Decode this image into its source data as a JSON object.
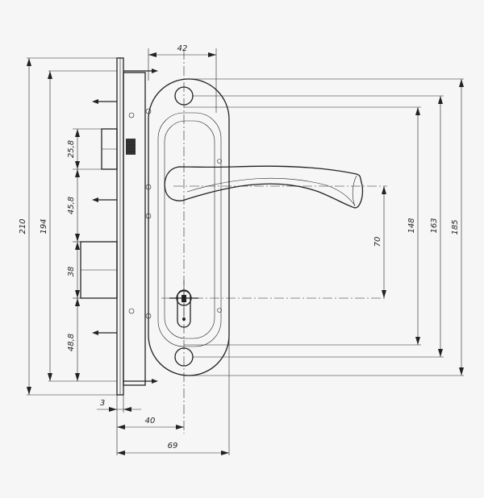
{
  "diagram": {
    "dimensions": {
      "top_width": "42",
      "h210": "210",
      "h194": "194",
      "h25_8": "25,8",
      "h45_8": "45,8",
      "h38": "38",
      "h48_8": "48,8",
      "h70": "70",
      "h148": "148",
      "h163": "163",
      "h185": "185",
      "w3": "3",
      "w40": "40",
      "w69": "69"
    }
  }
}
